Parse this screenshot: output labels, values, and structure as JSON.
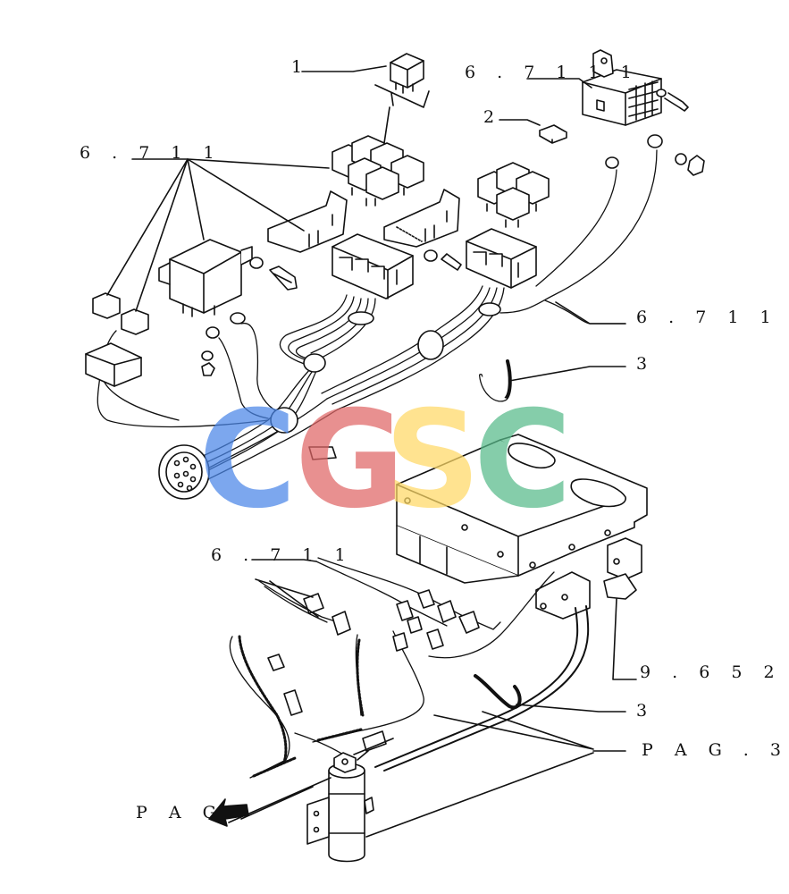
{
  "callouts": {
    "c1": "1",
    "c2": "2",
    "c6711_top_right": "6 . 7 1 1 1",
    "c6711_top_left": "6 . 7 1 1",
    "c6711_mid_right": "6 . 7 1 1",
    "c3_upper": "3",
    "c6711_lower": "6 . 7 1 1",
    "c9652": "9 . 6 5 2",
    "c3_lower": "3",
    "pag3": "P A G . 3",
    "pag_arrow": "P A G ."
  },
  "watermark": {
    "letters": [
      "C",
      "G",
      "S",
      "C"
    ],
    "colors": [
      "#4a86e8",
      "#e06666",
      "#ffd966",
      "#57bb8a"
    ]
  }
}
